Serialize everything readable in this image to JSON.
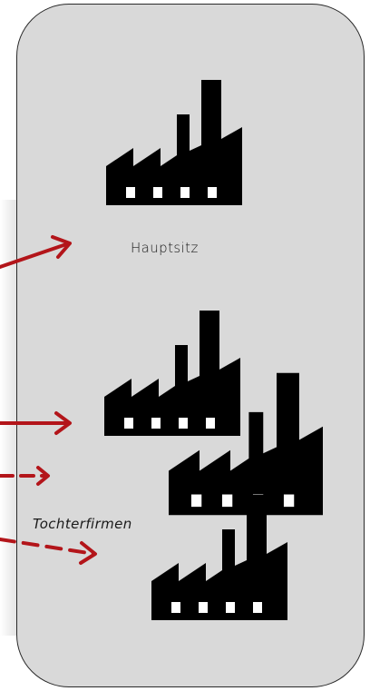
{
  "diagram": {
    "headquarters": {
      "label": "Hauptsitz",
      "icon": "factory-icon"
    },
    "subsidiaries": {
      "label": "Tochterfirmen",
      "icon": "factory-icon",
      "count": 3
    },
    "connections": [
      {
        "target": "headquarters",
        "style": "solid"
      },
      {
        "target": "subsidiary-1",
        "style": "solid"
      },
      {
        "target": "subsidiary-2",
        "style": "dashed"
      },
      {
        "target": "subsidiary-3",
        "style": "dashed"
      }
    ]
  },
  "colors": {
    "panel_background": "#d9d9d9",
    "panel_border": "#2a2a2a",
    "factory": "#000000",
    "factory_window": "#ffffff",
    "arrow": "#b3151a",
    "text": "#1a1a1a"
  }
}
